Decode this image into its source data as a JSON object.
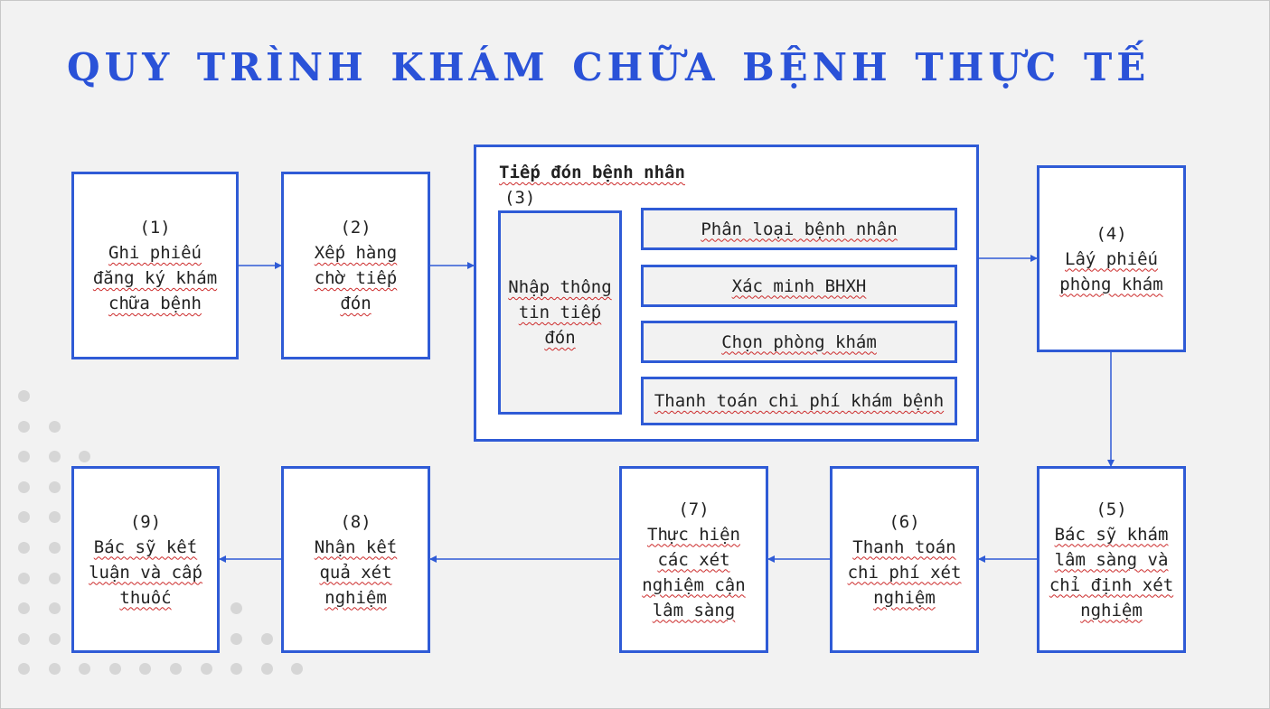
{
  "title": "QUY TRÌNH KHÁM CHỮA BỆNH THỰC TẾ",
  "colors": {
    "accent": "#2f5bd6",
    "title": "#2a52d8",
    "background": "#f2f2f2",
    "dots": "#d6d6d6"
  },
  "steps": {
    "s1": {
      "num": "(1)",
      "label": "Ghi phiếu đăng ký khám chữa bệnh"
    },
    "s2": {
      "num": "(2)",
      "label": "Xếp hàng chờ tiếp đón"
    },
    "s3": {
      "title": "Tiếp đón bệnh nhân",
      "num": "(3)",
      "input_label": "Nhập thông tin tiếp đón",
      "tasks": [
        "Phân loại bệnh nhân",
        "Xác minh BHXH",
        "Chọn phòng khám",
        "Thanh toán chi phí khám bệnh"
      ]
    },
    "s4": {
      "num": "(4)",
      "label": "Lấy phiếu phòng khám"
    },
    "s5": {
      "num": "(5)",
      "label": "Bác sỹ khám lâm sàng và chỉ định xét nghiệm"
    },
    "s6": {
      "num": "(6)",
      "label": "Thanh toán chi phí xét nghiệm"
    },
    "s7": {
      "num": "(7)",
      "label": "Thực hiện các xét nghiệm cận lâm sàng"
    },
    "s8": {
      "num": "(8)",
      "label": "Nhận kết quả xét nghiệm"
    },
    "s9": {
      "num": "(9)",
      "label": "Bác sỹ kết luận và cấp thuốc"
    }
  }
}
